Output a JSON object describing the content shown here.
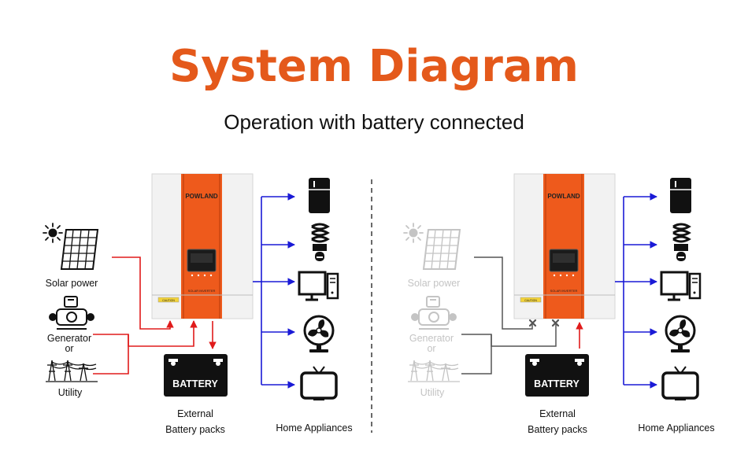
{
  "header": {
    "title": "System Diagram",
    "subtitle": "Operation with battery connected"
  },
  "left_panel": {
    "inverter": {
      "brand": "POWLAND",
      "model_label": "SOLAR INVERTER",
      "warning": "CAUTION"
    },
    "sources": {
      "solar": "Solar power",
      "generator": "Generator",
      "or": "or",
      "utility": "Utility"
    },
    "battery": {
      "label": "BATTERY",
      "caption_line1": "External",
      "caption_line2": "Battery packs"
    },
    "appliances_caption": "Home Appliances"
  },
  "right_panel": {
    "inverter": {
      "brand": "POWLAND",
      "model_label": "SOLAR INVERTER",
      "warning": "CAUTION"
    },
    "sources": {
      "solar": "Solar power",
      "generator": "Generator",
      "or": "or",
      "utility": "Utility"
    },
    "battery": {
      "label": "BATTERY",
      "caption_line1": "External",
      "caption_line2": "Battery packs"
    },
    "appliances_caption": "Home Appliances"
  },
  "appliances": [
    "refrigerator-icon",
    "cfl-bulb-icon",
    "desktop-computer-icon",
    "fan-icon",
    "television-icon"
  ],
  "colors": {
    "title": "#e4591b",
    "inverter_orange": "#ee5a1c",
    "flow_red": "#e01b1b",
    "flow_blue": "#1a1ad6",
    "flow_gray": "#555555",
    "disabled_gray": "#c4c4c4"
  }
}
